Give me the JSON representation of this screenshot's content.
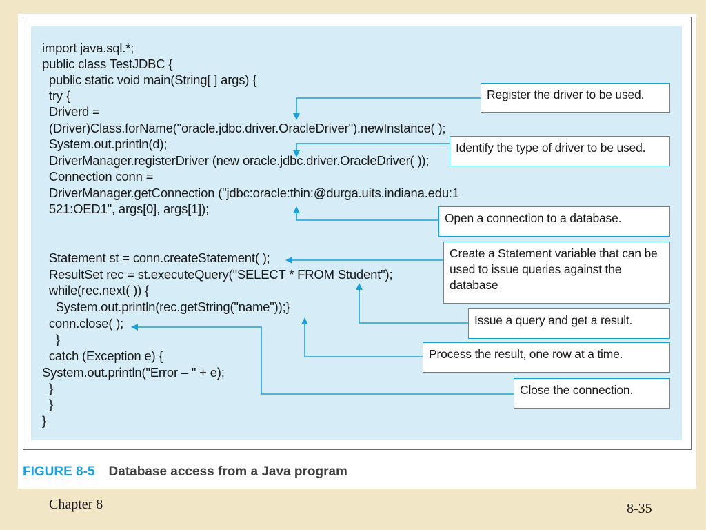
{
  "code_lines": [
    "import java.sql.*;",
    "public class TestJDBC {",
    "  public static void main(String[ ] args) {",
    "  try {",
    "  Driverd =",
    "  (Driver)Class.forName(\"oracle.jdbc.driver.OracleDriver\").newInstance( );",
    "  System.out.println(d);",
    "  DriverManager.registerDriver (new oracle.jdbc.driver.OracleDriver( ));",
    "  Connection conn =",
    "  DriverManager.getConnection (\"jdbc:oracle:thin:@durga.uits.indiana.edu:1",
    "  521:OED1\", args[0], args[1]);",
    "  Statement st = conn.createStatement( );",
    "  ResultSet rec = st.executeQuery(\"SELECT * FROM Student\");",
    "  while(rec.next( )) {",
    "    System.out.println(rec.getString(\"name\"));}",
    "  conn.close( );",
    "    }",
    "  catch (Exception e) {",
    "System.out.println(\"Error – \" + e);",
    "  }",
    "  }",
    "}"
  ],
  "callouts": [
    {
      "text": "Register the driver to be used."
    },
    {
      "text": "Identify the type of driver to be used."
    },
    {
      "text": "Open a connection to a database."
    },
    {
      "text": "Create a Statement variable that can be used to issue queries against the database"
    },
    {
      "text": "Issue a query and get a result."
    },
    {
      "text": "Process the result, one row at a time."
    },
    {
      "text": "Close the connection."
    }
  ],
  "caption": {
    "number": "FIGURE 8-5",
    "title": "Database access from a Java program"
  },
  "footer": {
    "chapter": "Chapter 8",
    "page": "8-35"
  },
  "colors": {
    "accent": "#1ba1d8",
    "panel": "#d6edf7",
    "slide_bg": "#f1e6c6"
  }
}
